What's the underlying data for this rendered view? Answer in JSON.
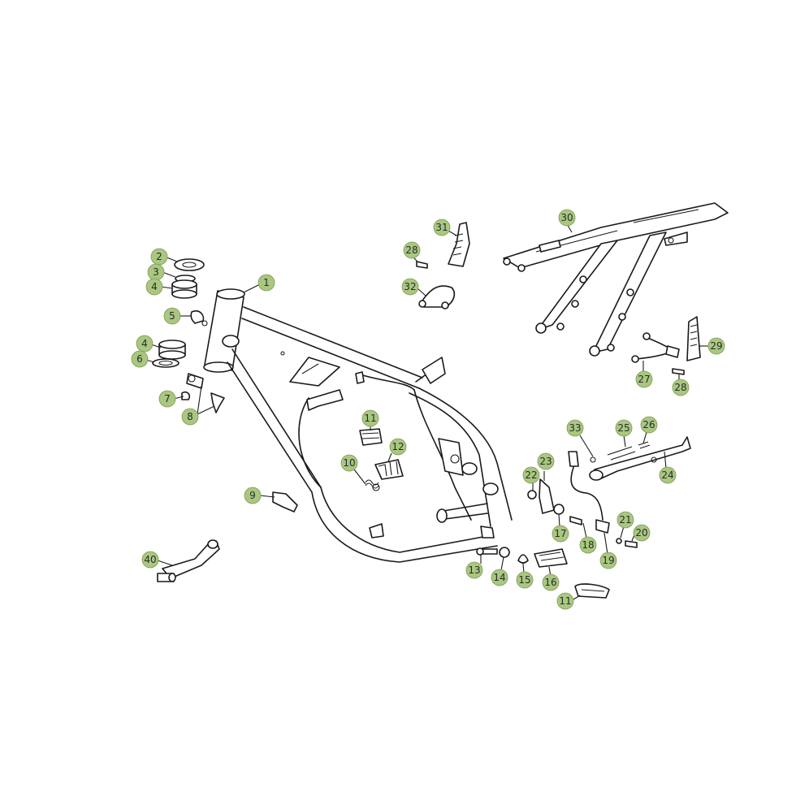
{
  "colors": {
    "callout_fill": "#a9c780",
    "line": "#1a1a1a",
    "background": "#ffffff"
  },
  "callouts": [
    {
      "id": "c1",
      "label": "1"
    },
    {
      "id": "c2",
      "label": "2"
    },
    {
      "id": "c3",
      "label": "3"
    },
    {
      "id": "c4a",
      "label": "4"
    },
    {
      "id": "c5",
      "label": "5"
    },
    {
      "id": "c4b",
      "label": "4"
    },
    {
      "id": "c6",
      "label": "6"
    },
    {
      "id": "c7",
      "label": "7"
    },
    {
      "id": "c8",
      "label": "8"
    },
    {
      "id": "c9",
      "label": "9"
    },
    {
      "id": "c10",
      "label": "10"
    },
    {
      "id": "c11a",
      "label": "11"
    },
    {
      "id": "c12",
      "label": "12"
    },
    {
      "id": "c13",
      "label": "13"
    },
    {
      "id": "c14",
      "label": "14"
    },
    {
      "id": "c15",
      "label": "15"
    },
    {
      "id": "c16",
      "label": "16"
    },
    {
      "id": "c11b",
      "label": "11"
    },
    {
      "id": "c17",
      "label": "17"
    },
    {
      "id": "c18",
      "label": "18"
    },
    {
      "id": "c19",
      "label": "19"
    },
    {
      "id": "c20",
      "label": "20"
    },
    {
      "id": "c21",
      "label": "21"
    },
    {
      "id": "c22",
      "label": "22"
    },
    {
      "id": "c23",
      "label": "23"
    },
    {
      "id": "c24",
      "label": "24"
    },
    {
      "id": "c25",
      "label": "25"
    },
    {
      "id": "c26",
      "label": "26"
    },
    {
      "id": "c33",
      "label": "33"
    },
    {
      "id": "c27",
      "label": "27"
    },
    {
      "id": "c28a",
      "label": "28"
    },
    {
      "id": "c28b",
      "label": "28"
    },
    {
      "id": "c29",
      "label": "29"
    },
    {
      "id": "c30",
      "label": "30"
    },
    {
      "id": "c31",
      "label": "31"
    },
    {
      "id": "c32",
      "label": "32"
    },
    {
      "id": "c40",
      "label": "40"
    }
  ]
}
